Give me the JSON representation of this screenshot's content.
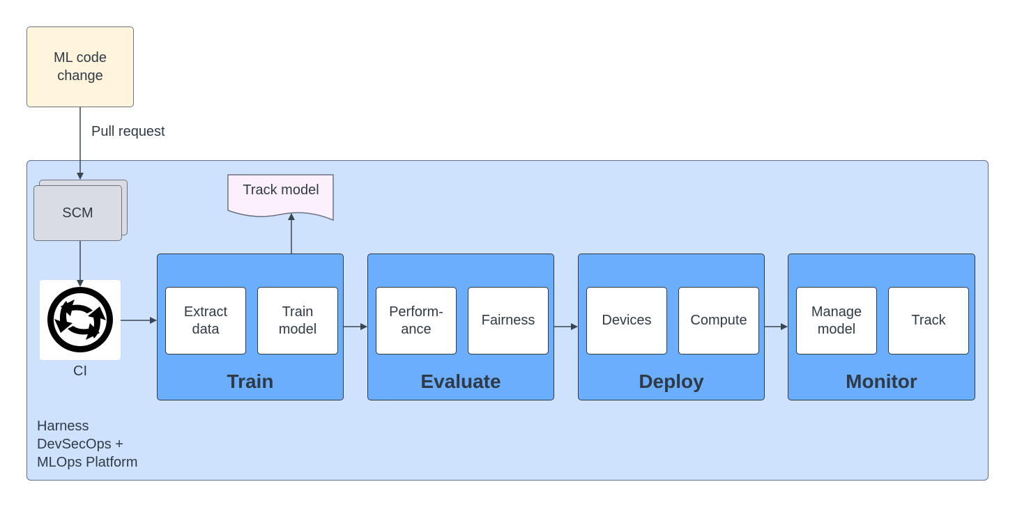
{
  "code_change": {
    "line1": "ML code",
    "line2": "change"
  },
  "pull_request": "Pull request",
  "scm": "SCM",
  "ci": "CI",
  "track_model": "Track model",
  "platform": {
    "line1": "Harness",
    "line2": "DevSecOps +",
    "line3": "MLOps Platform"
  },
  "stages": {
    "train": {
      "title": "Train",
      "items": [
        {
          "l1": "Extract",
          "l2": "data"
        },
        {
          "l1": "Train",
          "l2": "model"
        }
      ]
    },
    "evaluate": {
      "title": "Evaluate",
      "items": [
        {
          "l1": "Perform-",
          "l2": "ance"
        },
        {
          "l1": "Fairness",
          "l2": ""
        }
      ]
    },
    "deploy": {
      "title": "Deploy",
      "items": [
        {
          "l1": "Devices",
          "l2": ""
        },
        {
          "l1": "Compute",
          "l2": ""
        }
      ]
    },
    "monitor": {
      "title": "Monitor",
      "items": [
        {
          "l1": "Manage",
          "l2": "model"
        },
        {
          "l1": "Track",
          "l2": ""
        }
      ]
    }
  },
  "colors": {
    "platform_bg": "#cfe2fd",
    "stage_bg": "#6aaefd",
    "code_change_bg": "#fff4dc",
    "track_model_bg": "#fdf0fd",
    "scm_bg": "#d9dce2"
  }
}
